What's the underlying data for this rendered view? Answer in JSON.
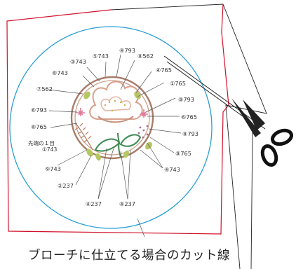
{
  "caption": "ブローチに仕立てる場合のカット線",
  "start_note": {
    "line1": "先端の１目",
    "line2": "①743"
  },
  "labels": {
    "l5_743": "⑤743",
    "l4_793_top": "④793",
    "l3_743": "③743",
    "l8_562": "⑧562",
    "l8_743": "⑧743",
    "l4_765": "④765",
    "l1_765": "①765",
    "l7_562": "⑦562",
    "l8_793_r": "⑧793",
    "l6_793": "⑥793",
    "l6_765": "⑥765",
    "l8_765_l": "⑧765",
    "l8_793_r2": "⑧793",
    "l8_765_r": "⑧765",
    "l9_743": "⑨743",
    "l4_743": "④743",
    "l2_237": "②237",
    "l4_237_a": "④237",
    "l4_237_b": "④237"
  },
  "colors": {
    "cut_square": "#d0112b",
    "circle": "#2a9fd6",
    "fabric_outline": "#222222",
    "ring": "#b58a73",
    "flower": "#d9a08c",
    "leaf": "#3f8a52",
    "pink": "#e07a9a",
    "yellow_green": "#b5c760"
  }
}
